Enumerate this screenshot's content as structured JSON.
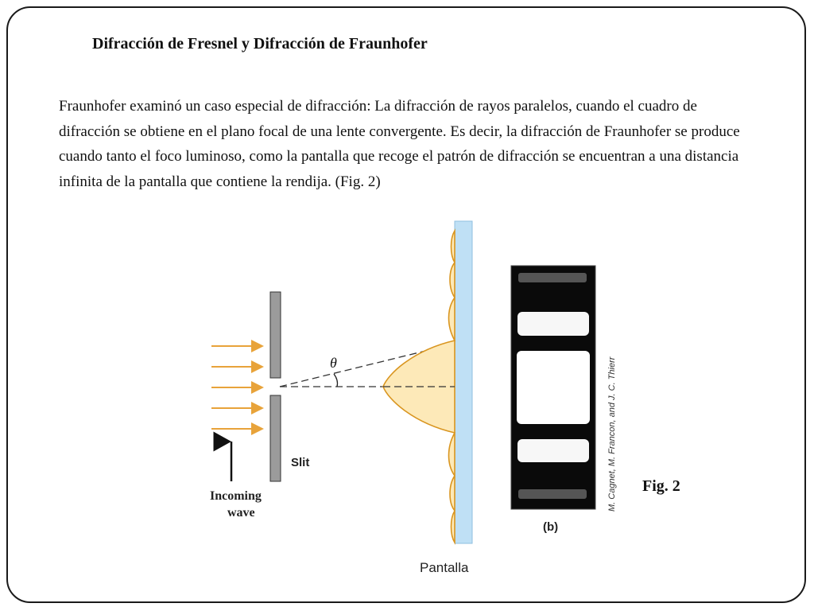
{
  "slide": {
    "title": "Difracción de Fresnel y Difracción de Fraunhofer",
    "body": "Fraunhofer examinó un caso especial de difracción: La difracción de rayos paralelos, cuando el cuadro de difracción se obtiene en el plano focal de una lente convergente.  Es decir, la difracción de Fraunhofer se produce cuando tanto el foco luminoso, como la pantalla que recoge el patrón de difracción se encuentran a una distancia infinita de la pantalla que contiene la rendija. (Fig. 2)",
    "fig_label": "Fig. 2"
  },
  "diagram": {
    "theta": "θ",
    "slit_label": "Slit",
    "incoming_line1": "Incoming",
    "incoming_line2": "wave",
    "screen_label": "Pantalla",
    "photo_caption": "(b)",
    "credit": "M. Cagnet, M. Francon, and J. C. Thierr",
    "colors": {
      "arrow": "#e8a33a",
      "screen": "#bfe0f5",
      "pattern_fill": "#fde9b8",
      "pattern_stroke": "#d9951f",
      "slit": "#9b9b9b"
    }
  }
}
